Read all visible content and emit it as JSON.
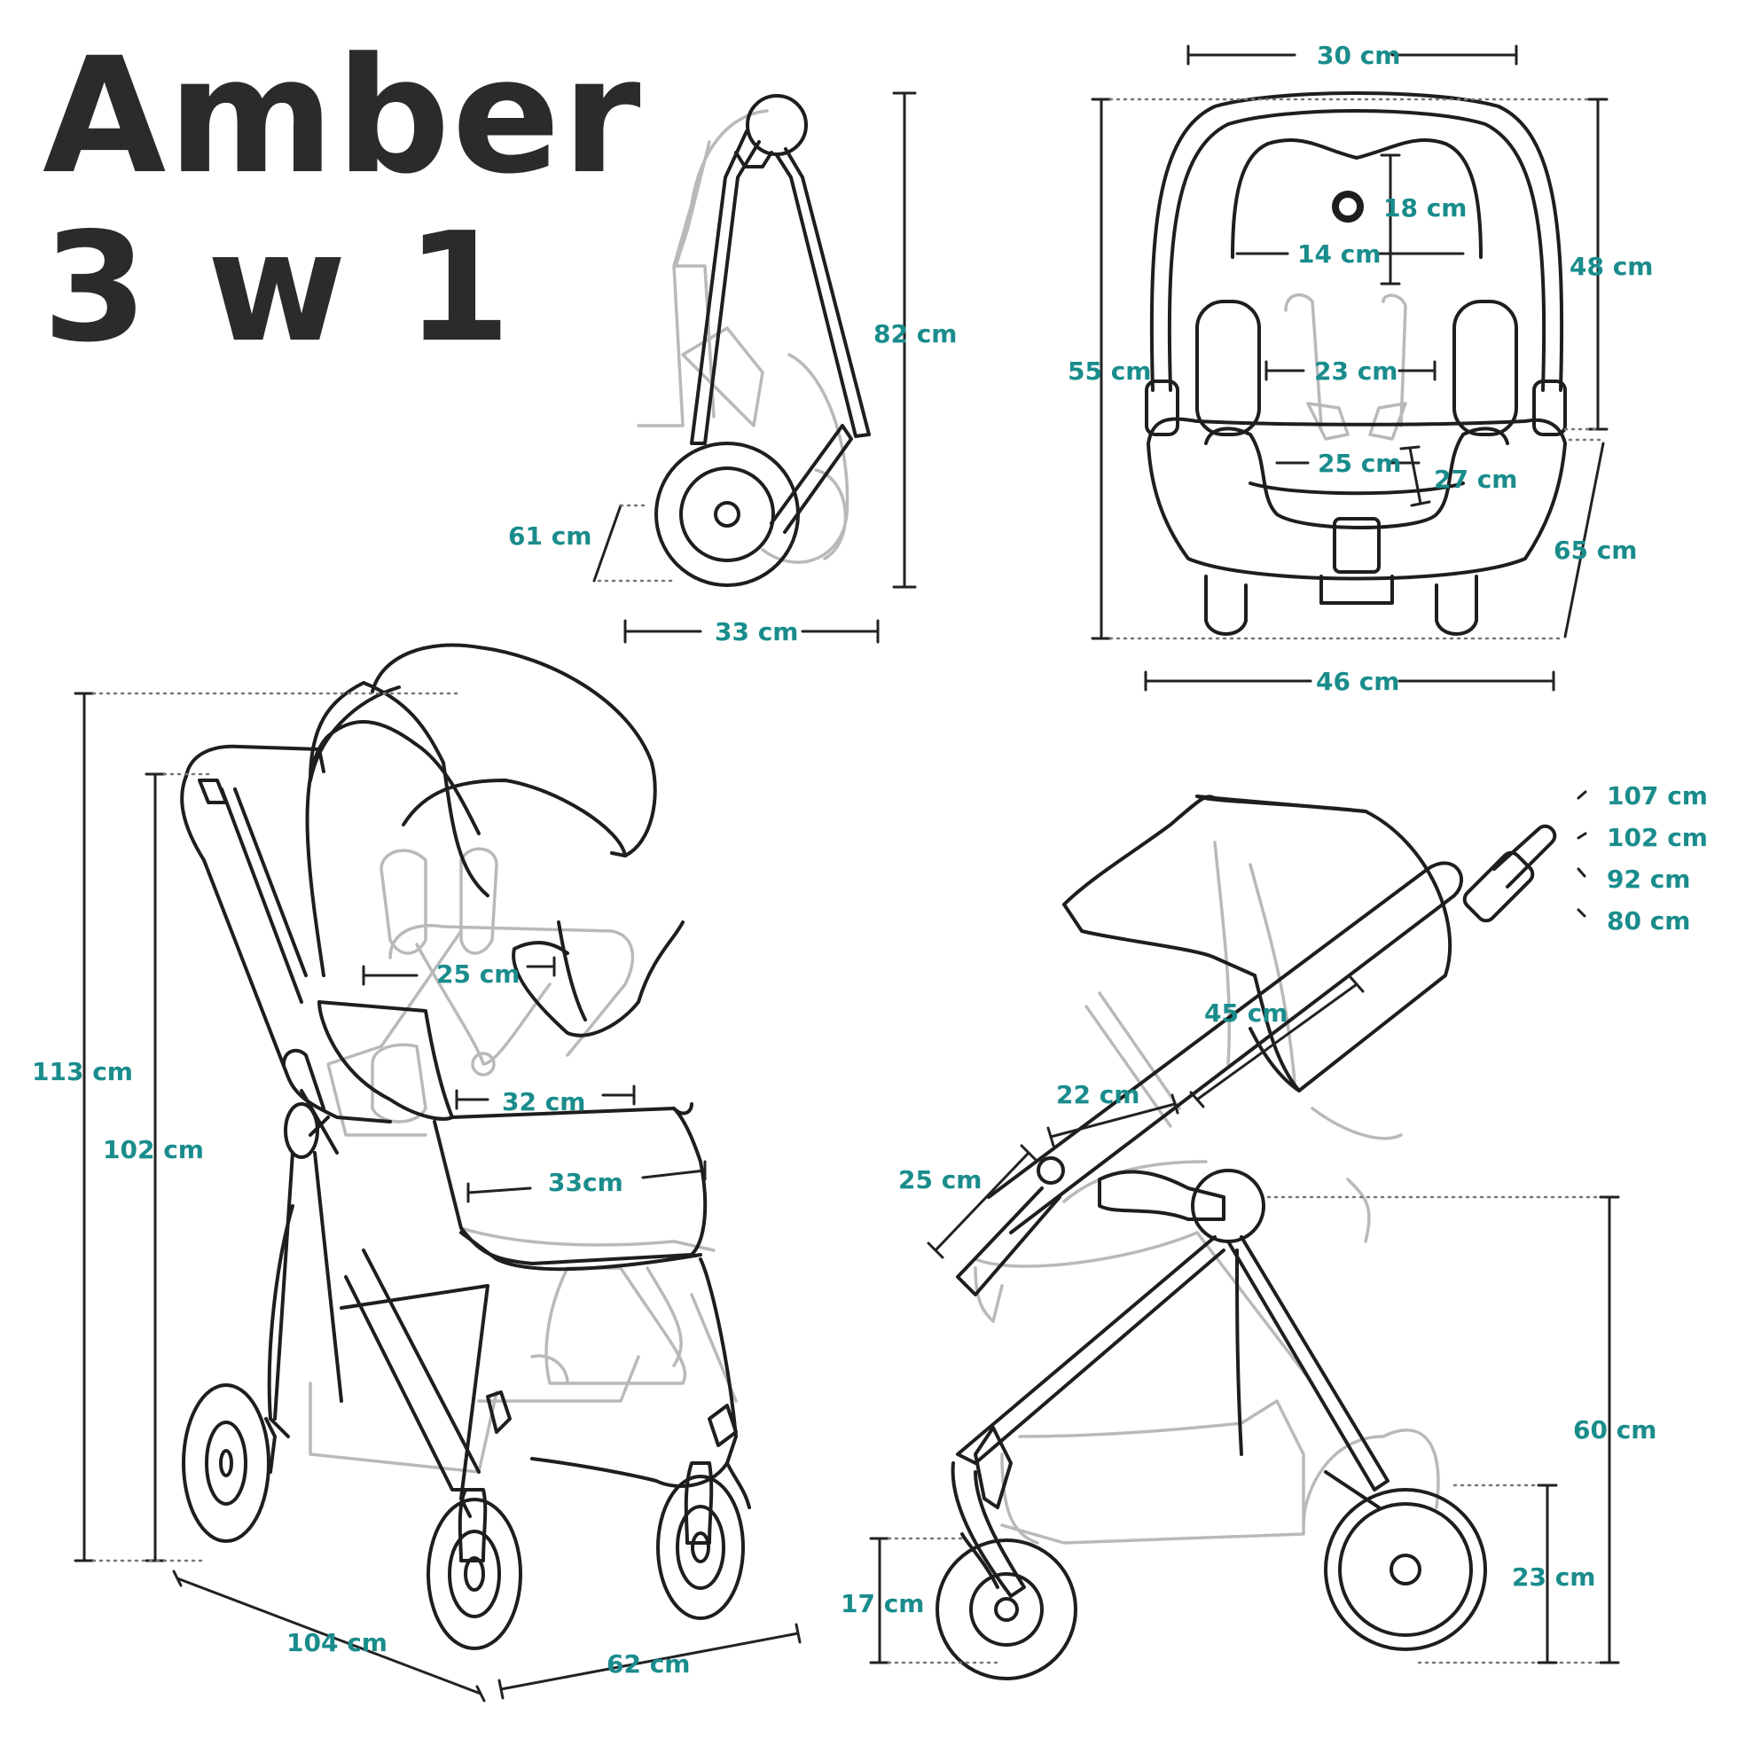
{
  "title": {
    "line1": "Amber",
    "line2": "3 w 1"
  },
  "colors": {
    "accent": "#1a8c8c",
    "ink": "#1e1e1e",
    "title": "#2b2b2b",
    "muted": "#b9b9b9"
  },
  "labels": {
    "folded_height": "82 cm",
    "folded_depth": "61 cm",
    "folded_width": "33 cm",
    "seat_top_width": "30 cm",
    "seat_head_height": "18 cm",
    "seat_head_width": "14 cm",
    "seat_shell_height": "48 cm",
    "seat_total_height": "55 cm",
    "seat_shoulder_width": "23 cm",
    "seat_hip_width": "25 cm",
    "seat_crotch_depth": "27 cm",
    "seat_depth": "65 cm",
    "seat_base_width": "46 cm",
    "stroller_total_height": "113 cm",
    "stroller_handle_height": "102 cm",
    "stroller_length": "104 cm",
    "stroller_width": "62 cm",
    "stroller_back_width": "25 cm",
    "stroller_seat_width": "32 cm",
    "stroller_footrest_width": "33cm",
    "side_handle_1": "107 cm",
    "side_handle_2": "102 cm",
    "side_handle_3": "92 cm",
    "side_handle_4": "80 cm",
    "side_backrest": "45 cm",
    "side_seat_depth": "22 cm",
    "side_footrest": "25 cm",
    "side_seat_height": "60 cm",
    "side_rear_wheel": "23 cm",
    "side_front_wheel": "17 cm"
  }
}
